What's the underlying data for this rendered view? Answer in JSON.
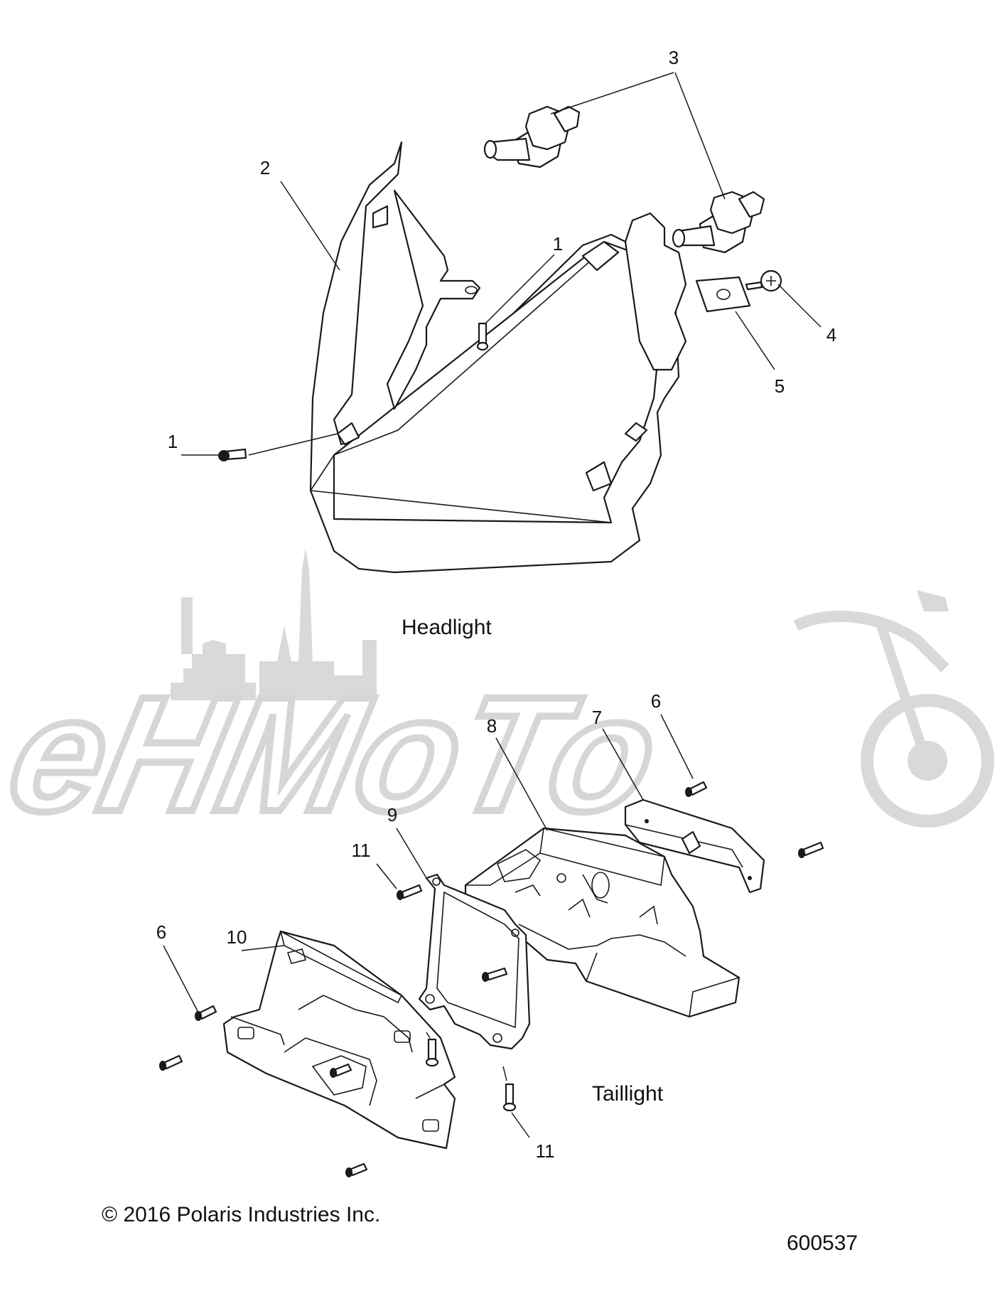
{
  "sections": {
    "headlight": "Headlight",
    "taillight": "Taillight"
  },
  "footer": {
    "copyright": "© 2016 Polaris Industries Inc.",
    "diagram_number": "600537"
  },
  "watermark": {
    "text": "AeHMoTo"
  },
  "callouts": [
    {
      "id": "c3",
      "label": "3"
    },
    {
      "id": "c2",
      "label": "2"
    },
    {
      "id": "c1a",
      "label": "1"
    },
    {
      "id": "c4",
      "label": "4"
    },
    {
      "id": "c5",
      "label": "5"
    },
    {
      "id": "c1b",
      "label": "1"
    },
    {
      "id": "c6a",
      "label": "6"
    },
    {
      "id": "c7",
      "label": "7"
    },
    {
      "id": "c8",
      "label": "8"
    },
    {
      "id": "c9",
      "label": "9"
    },
    {
      "id": "c11a",
      "label": "11"
    },
    {
      "id": "c10",
      "label": "10"
    },
    {
      "id": "c6b",
      "label": "6"
    },
    {
      "id": "c11b",
      "label": "11"
    }
  ],
  "colors": {
    "line": "#1a1a1a",
    "watermark": "#d9d9d9",
    "background": "#ffffff"
  }
}
